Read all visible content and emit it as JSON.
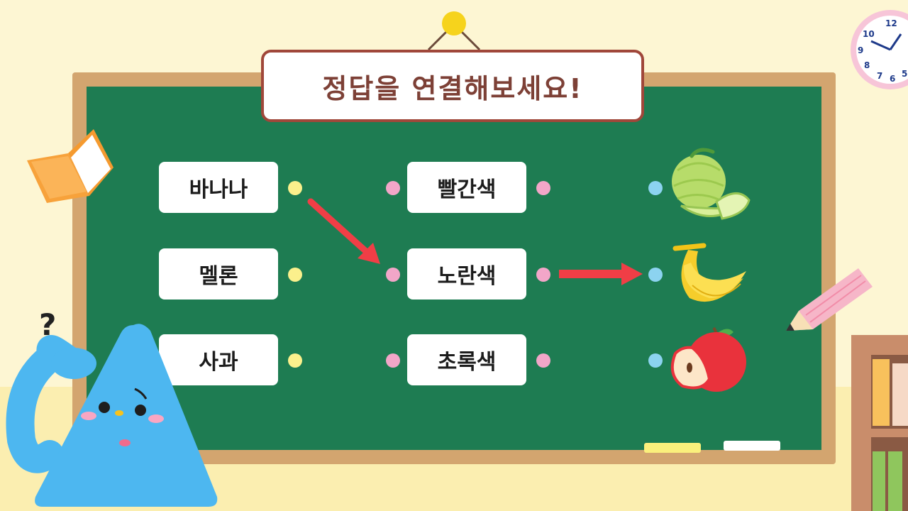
{
  "title": "정답을 연결해보세요!",
  "columns": {
    "fruits": [
      "바나나",
      "멜론",
      "사과"
    ],
    "colors": [
      "빨간색",
      "노란색",
      "초록색"
    ]
  },
  "images": [
    "melon-image",
    "banana-image",
    "apple-image"
  ],
  "hint_mark": "?",
  "clock_numbers": [
    "12",
    "10",
    "9",
    "8",
    "7",
    "6",
    "5"
  ],
  "colors": {
    "board": "#1e7c52",
    "frame": "#d3a56f",
    "title_border": "#a0473a",
    "title_text": "#7d4036",
    "arrow": "#f03e46",
    "dot_left": "#fbf08c",
    "dot_mid": "#f2a6c8",
    "dot_right": "#8cd3f0"
  }
}
